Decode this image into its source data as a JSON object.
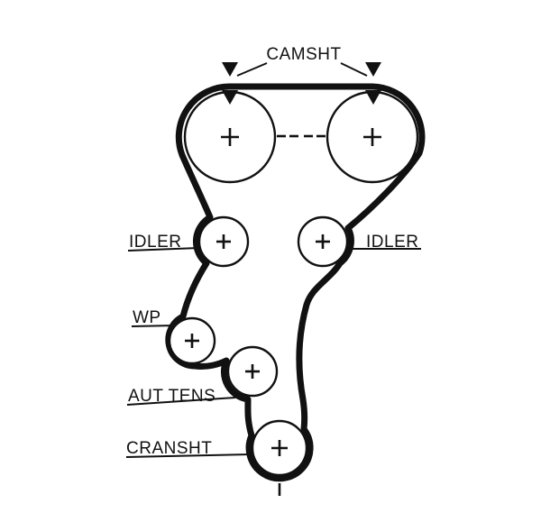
{
  "diagram": {
    "type": "timing-belt-routing-diagram",
    "components": {
      "camshaft": {
        "label": "CAMSHT"
      },
      "idler_left": {
        "label": "IDLER"
      },
      "idler_right": {
        "label": "IDLER"
      },
      "water_pump": {
        "label": "WP"
      },
      "auto_tensioner": {
        "label": "AUT TENS"
      },
      "crankshaft": {
        "label": "CRANSHT"
      }
    },
    "icons": {
      "pulley_center_mark": "plus-crosshair",
      "timing_mark_arrow": "filled-down-triangle",
      "alignment_marks": "double-dash"
    },
    "colors": {
      "line": "#111111",
      "background": "#ffffff"
    }
  }
}
